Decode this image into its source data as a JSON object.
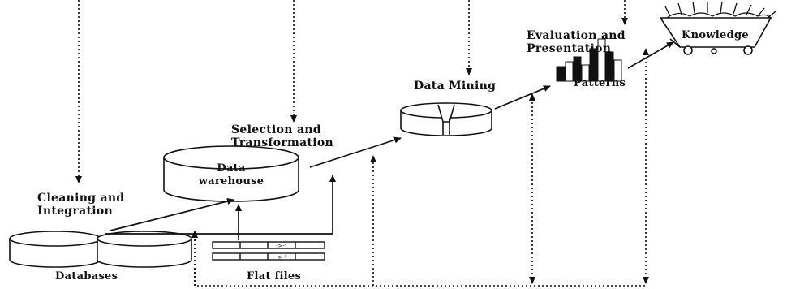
{
  "diagram": {
    "stages": {
      "cleaning": [
        "Cleaning and",
        "Integration"
      ],
      "selection": [
        "Selection and",
        "Transformation"
      ],
      "mining": "Data Mining",
      "evaluation": [
        "Evaluation and",
        "Presentation"
      ]
    },
    "nodes": {
      "databases": "Databases",
      "flat_files": "Flat files",
      "warehouse": [
        "Data",
        "warehouse"
      ],
      "patterns": "Patterns",
      "knowledge": "Knowledge"
    },
    "colors": {
      "ink": "#111111",
      "background": "#ffffff"
    }
  }
}
